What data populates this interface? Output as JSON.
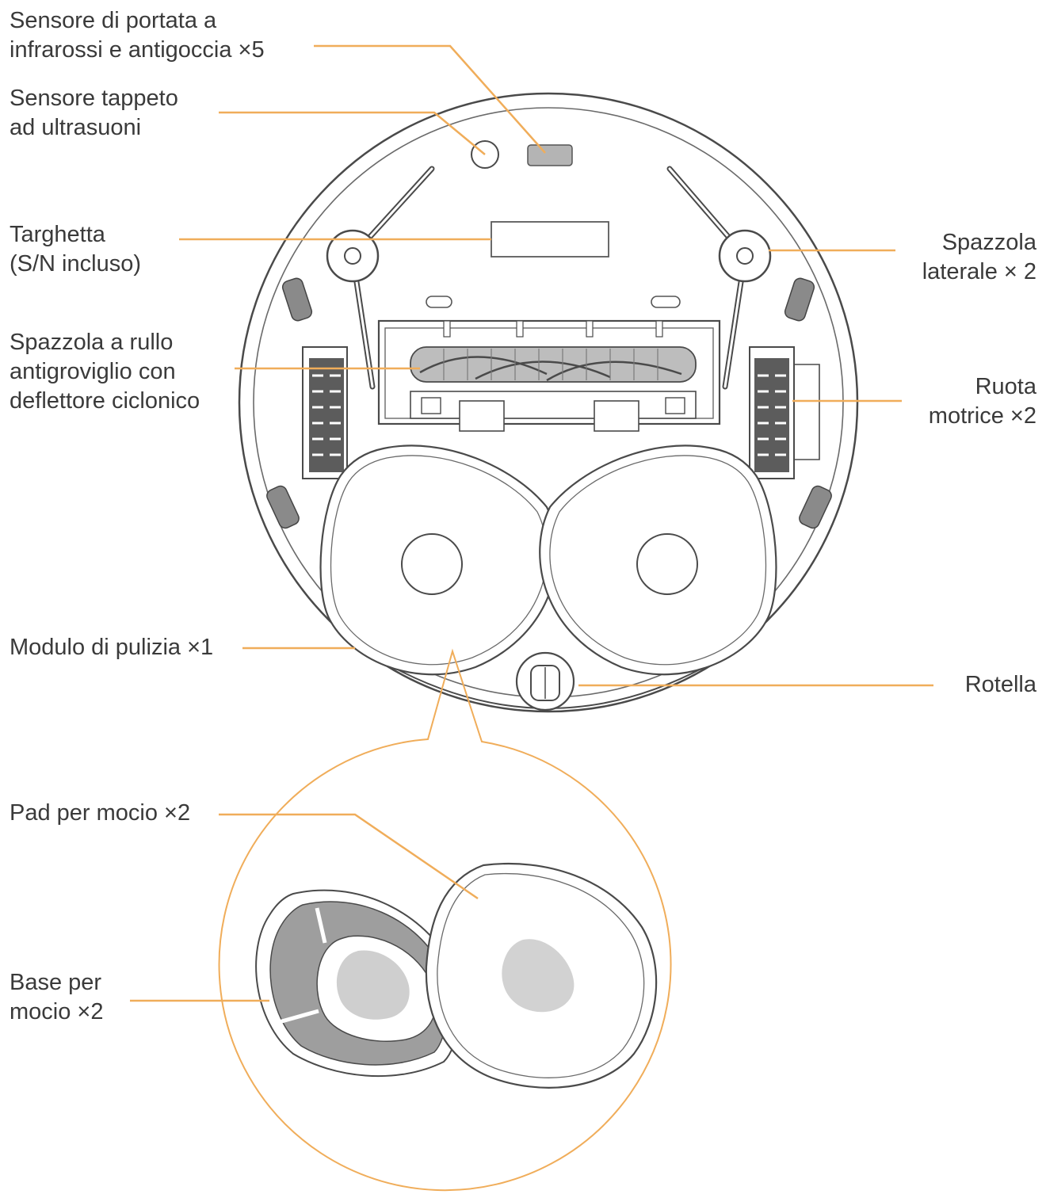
{
  "colors": {
    "leader_line": "#f0ad5a",
    "outline": "#4a4a4a",
    "dark_fill": "#6e6e6e",
    "mid_fill": "#a8a8a8",
    "light_fill": "#d2d2d2",
    "mop_base_fill": "#9e9e9e",
    "text": "#3a3a3a"
  },
  "labels": {
    "ir_sensor": {
      "line1": "Sensore di portata a",
      "line2": "infrarossi e antigoccia ×5"
    },
    "carpet_sensor": {
      "line1": "Sensore tappeto",
      "line2": "ad ultrasuoni"
    },
    "nameplate": {
      "line1": "Targhetta",
      "line2": "(S/N incluso)"
    },
    "roller_brush": {
      "line1": "Spazzola a rullo",
      "line2": "antigroviglio con",
      "line3": "deflettore ciclonico"
    },
    "cleaning_module": {
      "line1": "Modulo di pulizia ×1"
    },
    "side_brush": {
      "line1": "Spazzola",
      "line2": "laterale × 2"
    },
    "drive_wheel": {
      "line1": "Ruota",
      "line2": "motrice ×2"
    },
    "caster": {
      "line1": "Rotella"
    },
    "mop_pad": {
      "line1": "Pad per mocio ×2"
    },
    "mop_base": {
      "line1": "Base per",
      "line2": "mocio ×2"
    }
  }
}
